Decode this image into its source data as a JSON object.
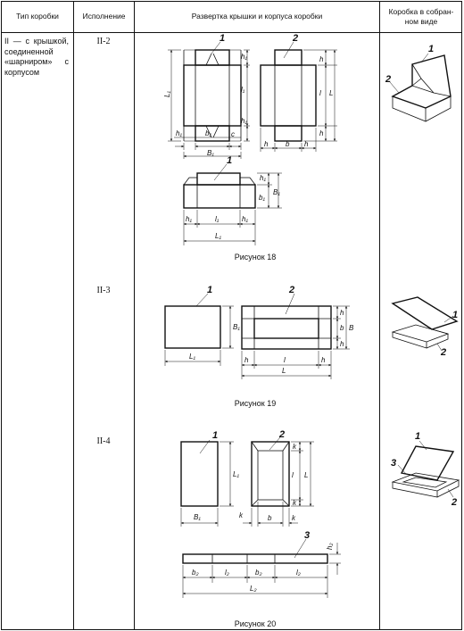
{
  "header": {
    "col1": "Тип коробки",
    "col2": "Исполнение",
    "col3": "Развертка крышки и корпуса коробки",
    "col4_line1": "Коробка в собран-",
    "col4_line2": "ном виде"
  },
  "type_description": "II — с крышкой, соединенной «шарниром» с корпусом",
  "variants": [
    {
      "label": "II-2",
      "caption": "Рисунок 18"
    },
    {
      "label": "II-3",
      "caption": "Рисунок 19"
    },
    {
      "label": "II-4",
      "caption": "Рисунок 20"
    }
  ],
  "figure_labels": {
    "part1": "1",
    "part2": "2",
    "part3": "3",
    "h": "h",
    "h1": "h₁",
    "h2": "h₂",
    "b": "b",
    "b1": "b₁",
    "b2": "b₂",
    "c": "c",
    "k": "k",
    "l": "l",
    "l1": "l₁",
    "l2": "l₂",
    "L": "L",
    "L1": "L₁",
    "L2": "L₂",
    "B": "B",
    "B1": "B₁"
  }
}
